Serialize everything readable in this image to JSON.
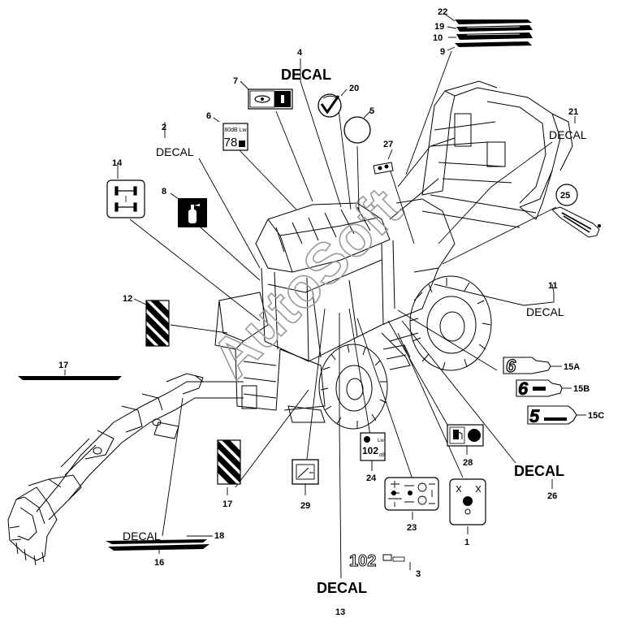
{
  "watermark": "AutoSoft",
  "decal_word": "DECAL",
  "callouts": {
    "c1": "1",
    "c2": "2",
    "c3": "3",
    "c4": "4",
    "c5": "5",
    "c6": "6",
    "c7": "7",
    "c8": "8",
    "c9": "9",
    "c10": "10",
    "c11": "11",
    "c12": "12",
    "c13": "13",
    "c14": "14",
    "c15a": "15A",
    "c15b": "15B",
    "c15c": "15C",
    "c16": "16",
    "c17a": "17",
    "c17b": "17",
    "c18": "18",
    "c19": "19",
    "c20": "20",
    "c21": "21",
    "c22": "22",
    "c23": "23",
    "c24": "24",
    "c25": "25",
    "c26": "26",
    "c27": "27",
    "c28": "28",
    "c29": "29"
  },
  "decal_texts": {
    "d6_top": "80dB Lw",
    "d6_val": "78",
    "d24_top": "Lw",
    "d24_val": "102",
    "d24_unit": "dB",
    "d3_val": "102",
    "d15a": "6",
    "d15b": "6",
    "d15c": "5"
  },
  "icons": {
    "d7": "bolt-socket-icon",
    "d8": "fire-extinguisher-icon",
    "d14": "axle-lock-icon",
    "d20": "check-mark-icon",
    "d28": "fuel-icon"
  }
}
